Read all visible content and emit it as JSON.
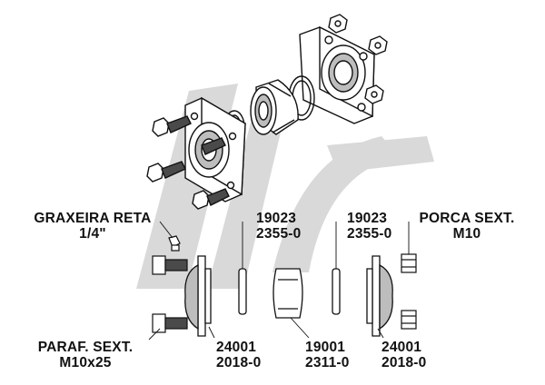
{
  "colors": {
    "ink": "#111111",
    "watermark": "#d9d9d9",
    "part_fill": "#ffffff",
    "part_shade": "#bdbdbd",
    "bolt_dark": "#4a4a4a"
  },
  "labels": {
    "grease_nipple": [
      "GRAXEIRA RETA",
      "1/4\""
    ],
    "pin_left": [
      "19023",
      "2355-0"
    ],
    "pin_right": [
      "19023",
      "2355-0"
    ],
    "nut": [
      "PORCA SEXT.",
      "M10"
    ],
    "bolt": [
      "PARAF. SEXT.",
      "M10x25"
    ],
    "flange_left": [
      "24001",
      "2018-0"
    ],
    "bushing": [
      "19001",
      "2311-0"
    ],
    "flange_right": [
      "24001",
      "2018-0"
    ]
  }
}
